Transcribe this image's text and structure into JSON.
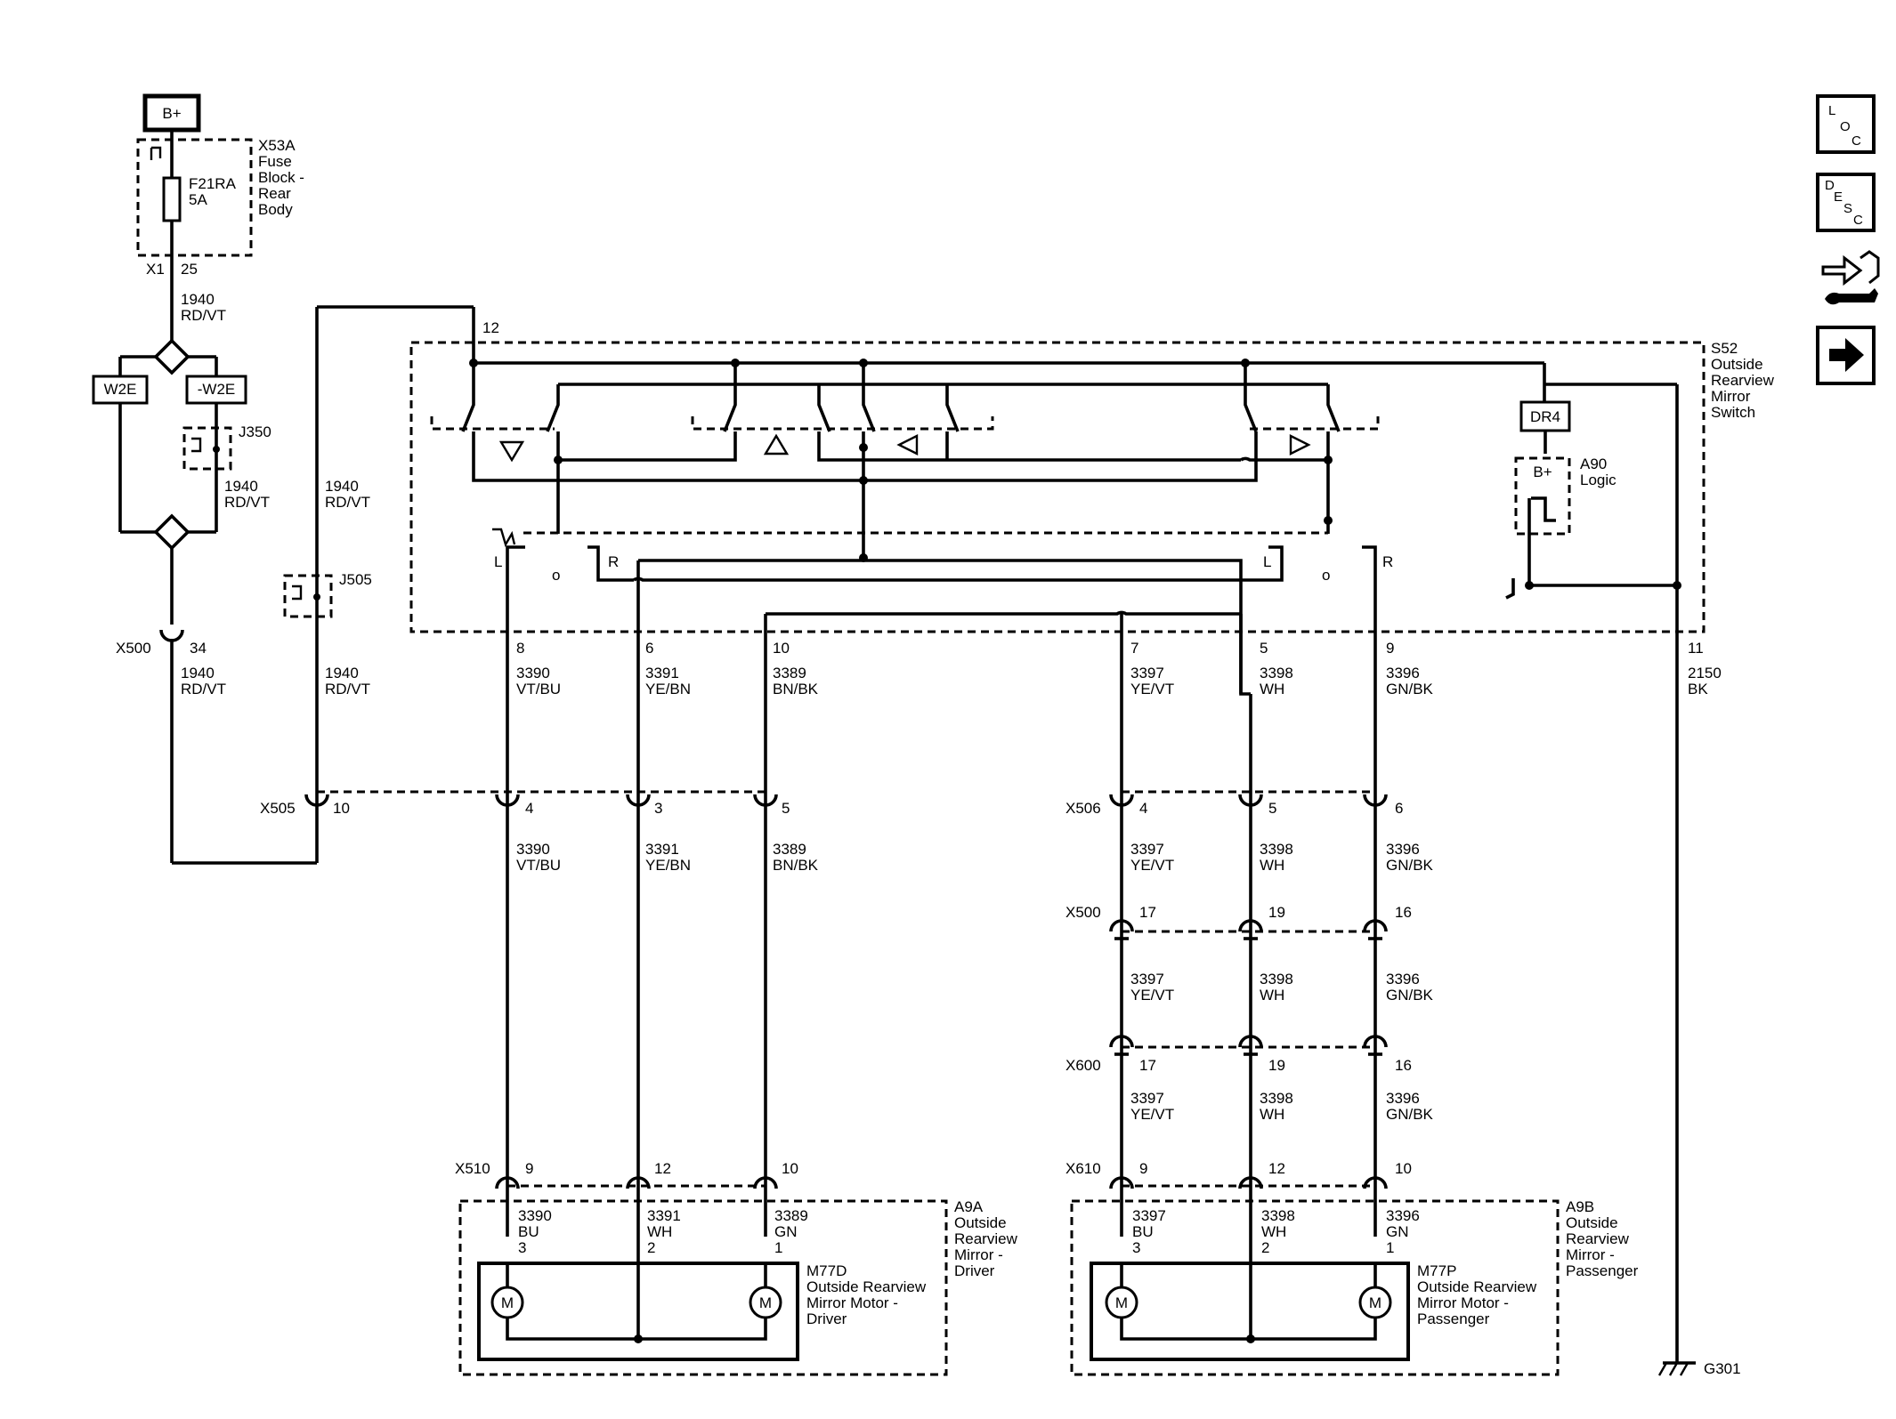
{
  "power": {
    "bplus": "B+"
  },
  "fuse_block": {
    "ref": "X53A",
    "name_lines": [
      "Fuse",
      "Block -",
      "Rear",
      "Body"
    ],
    "fuse_id": "F21RA",
    "fuse_rating": "5A",
    "connector": "X1",
    "pin": "25"
  },
  "feed": {
    "circuit": "1940",
    "color": "RD/VT"
  },
  "options": {
    "w2e": "W2E",
    "nw2e": "-W2E"
  },
  "splices": {
    "j350": "J350",
    "j505": "J505"
  },
  "x500_top": {
    "ref": "X500",
    "pin": "34"
  },
  "switch": {
    "ref": "S52",
    "name_lines": [
      "Outside",
      "Rearview",
      "Mirror",
      "Switch"
    ],
    "pin_feed": "12",
    "pin_ground": "11",
    "ground_circuit": "2150",
    "ground_color": "BK",
    "lr_labels": [
      "L",
      "o",
      "R",
      "L",
      "o",
      "R"
    ]
  },
  "dr4": {
    "label": "DR4"
  },
  "logic": {
    "ref": "A90",
    "name": "Logic",
    "bplus": "B+"
  },
  "x505": {
    "ref": "X505",
    "pin": "10"
  },
  "driver_wires": [
    {
      "sw_pin": "8",
      "circuit": "3390",
      "color": "VT/BU",
      "x505_pin": "4",
      "x510_pin": "9",
      "motor_color": "BU",
      "motor_pin": "3"
    },
    {
      "sw_pin": "6",
      "circuit": "3391",
      "color": "YE/BN",
      "x505_pin": "3",
      "x510_pin": "12",
      "motor_color": "WH",
      "motor_pin": "2"
    },
    {
      "sw_pin": "10",
      "circuit": "3389",
      "color": "BN/BK",
      "x505_pin": "5",
      "x510_pin": "10",
      "motor_color": "GN",
      "motor_pin": "1"
    }
  ],
  "passenger_wires": [
    {
      "sw_pin": "7",
      "circuit": "3397",
      "color": "YE/VT",
      "x506_pin": "4",
      "x500_pin": "17",
      "x600_pin": "17",
      "x610_pin": "9",
      "motor_color": "BU",
      "motor_pin": "3"
    },
    {
      "sw_pin": "5",
      "circuit": "3398",
      "color": "WH",
      "x506_pin": "5",
      "x500_pin": "19",
      "x600_pin": "19",
      "x610_pin": "12",
      "motor_color": "WH",
      "motor_pin": "2"
    },
    {
      "sw_pin": "9",
      "circuit": "3396",
      "color": "GN/BK",
      "x506_pin": "6",
      "x500_pin": "16",
      "x600_pin": "16",
      "x610_pin": "10",
      "motor_color": "GN",
      "motor_pin": "1"
    }
  ],
  "connectors": {
    "x506": "X506",
    "x500": "X500",
    "x600": "X600",
    "x510": "X510",
    "x610": "X610"
  },
  "driver_mirror": {
    "ref": "A9A",
    "name_lines": [
      "Outside",
      "Rearview",
      "Mirror -",
      "Driver"
    ],
    "motor_ref": "M77D",
    "motor_lines": [
      "Outside Rearview",
      "Mirror Motor -",
      "Driver"
    ],
    "motor_symbol": "M"
  },
  "passenger_mirror": {
    "ref": "A9B",
    "name_lines": [
      "Outside",
      "Rearview",
      "Mirror -",
      "Passenger"
    ],
    "motor_ref": "M77P",
    "motor_lines": [
      "Outside Rearview",
      "Mirror Motor -",
      "Passenger"
    ],
    "motor_symbol": "M"
  },
  "ground": {
    "ref": "G301"
  },
  "nav": {
    "loc": [
      "L",
      "O",
      "C"
    ],
    "desc": [
      "D",
      "E",
      "S",
      "C"
    ],
    "connector_icon": "connector-wrench-icon",
    "next_icon": "arrow-right-icon"
  }
}
